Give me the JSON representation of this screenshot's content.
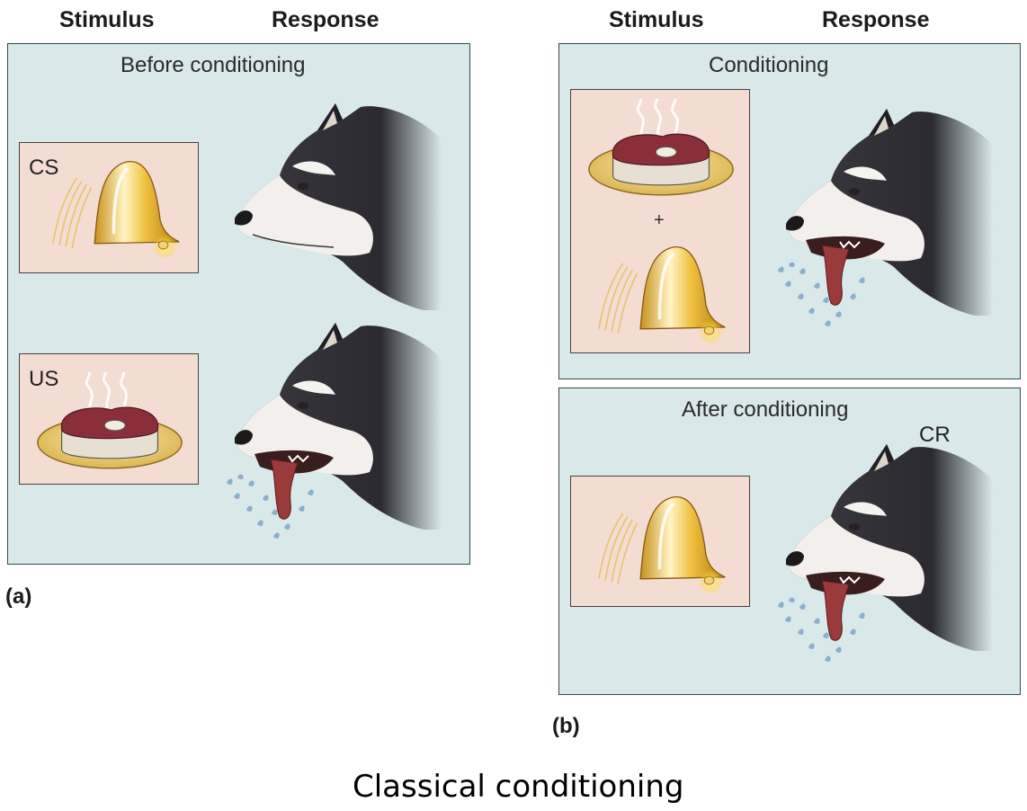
{
  "headers": {
    "left_stimulus": "Stimulus",
    "left_response": "Response",
    "right_stimulus": "Stimulus",
    "right_response": "Response"
  },
  "panels": {
    "before": {
      "title": "Before conditioning",
      "cs_label": "CS",
      "us_label": "US"
    },
    "conditioning": {
      "title": "Conditioning",
      "plus": "+"
    },
    "after": {
      "title": "After conditioning",
      "response_label": "CR"
    }
  },
  "part_labels": {
    "a": "(a)",
    "b": "(b)"
  },
  "caption": "Classical conditioning",
  "colors": {
    "panel_bg": "#d9e8e8",
    "stimulus_bg": "#f3ddd3",
    "bell": "#e8b830",
    "meat": "#8a2f3a",
    "plate": "#f0d78a",
    "dog_dark": "#2a2a30",
    "tongue": "#9a3a3a",
    "saliva": "#7fa6c8"
  },
  "icons": [
    "bell-icon",
    "steak-icon",
    "dog-head-icon",
    "saliva-drops-icon"
  ]
}
